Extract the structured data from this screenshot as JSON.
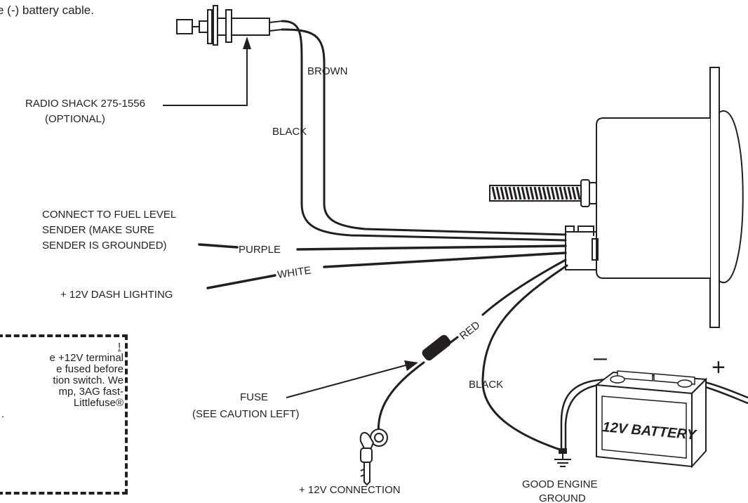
{
  "top_note": "e (-) battery cable.",
  "labels": {
    "radio_shack": "RADIO SHACK 275-1556",
    "optional": "(OPTIONAL)",
    "brown": "BROWN",
    "black_upper": "BLACK",
    "connect_line1": "CONNECT TO FUEL LEVEL",
    "connect_line2": "SENDER (MAKE SURE",
    "connect_line3": "SENDER IS GROUNDED)",
    "purple": "PURPLE",
    "white": "WHITE",
    "dash_lighting": "+ 12V DASH LIGHTING",
    "red": "RED",
    "black_lower": "BLACK",
    "fuse": "FUSE",
    "see_caution": "(SEE CAUTION LEFT)",
    "connection": "+ 12V CONNECTION",
    "ground_line1": "GOOD ENGINE",
    "ground_line2": "GROUND",
    "battery": "12V BATTERY",
    "minus": "–",
    "plus": "+"
  },
  "caution": {
    "line1": "!",
    "line2": "e +12V terminal",
    "line3": "e fused before",
    "line4": "tion switch. We",
    "line5": "mp, 3AG fast-",
    "line6": "Littlefuse®",
    "line7": "."
  }
}
